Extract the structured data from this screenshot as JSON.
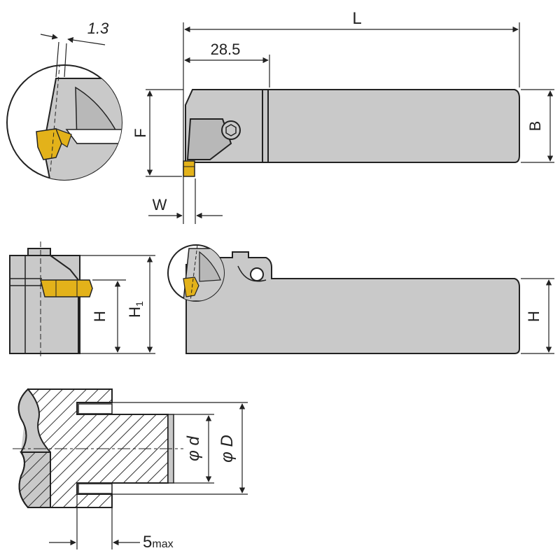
{
  "labels": {
    "L": "L",
    "d285": "28.5",
    "d13": "1.3",
    "F": "F",
    "B": "B",
    "W": "W",
    "H_left": "H",
    "H1_main": "H",
    "H1_sub": "1",
    "H_right": "H",
    "phi_d": "φ d",
    "phi_D": "φ D",
    "max5_num": "5",
    "max5_sub": "max"
  },
  "colors": {
    "body": "#c9c9c9",
    "outline": "#222222",
    "insert": "#e3b21a",
    "background": "#ffffff"
  }
}
